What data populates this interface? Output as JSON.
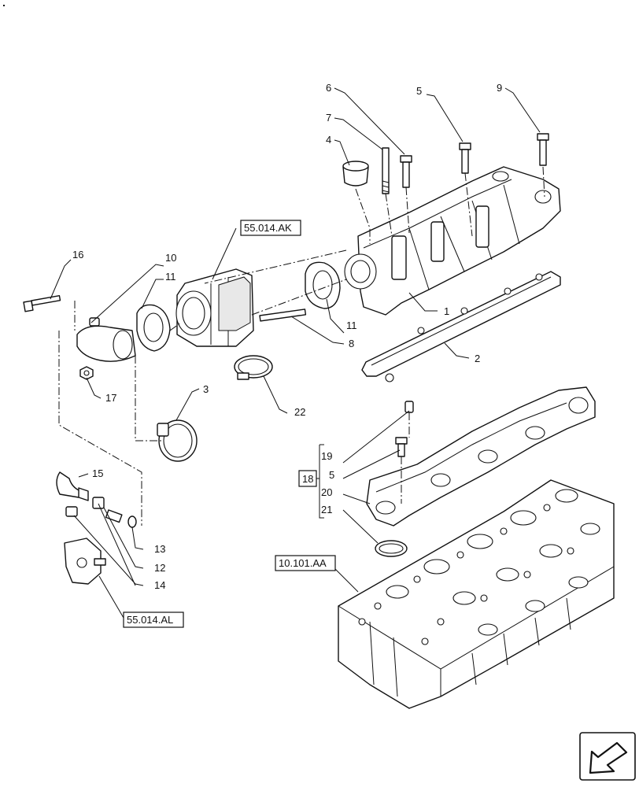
{
  "callouts": {
    "c1": "1",
    "c2": "2",
    "c3": "3",
    "c4": "4",
    "c5a": "5",
    "c5b": "5",
    "c6": "6",
    "c7": "7",
    "c8": "8",
    "c9": "9",
    "c10": "10",
    "c11a": "11",
    "c11b": "11",
    "c12": "12",
    "c13": "13",
    "c14": "14",
    "c15": "15",
    "c16": "16",
    "c17": "17",
    "c18": "18",
    "c19": "19",
    "c20": "20",
    "c21": "21",
    "c22": "22"
  },
  "references": {
    "r1": "55.014.AK",
    "r2": "55.014.AL",
    "r3": "10.101.AA"
  },
  "icons": {
    "nav": "navigation-arrow-icon"
  }
}
